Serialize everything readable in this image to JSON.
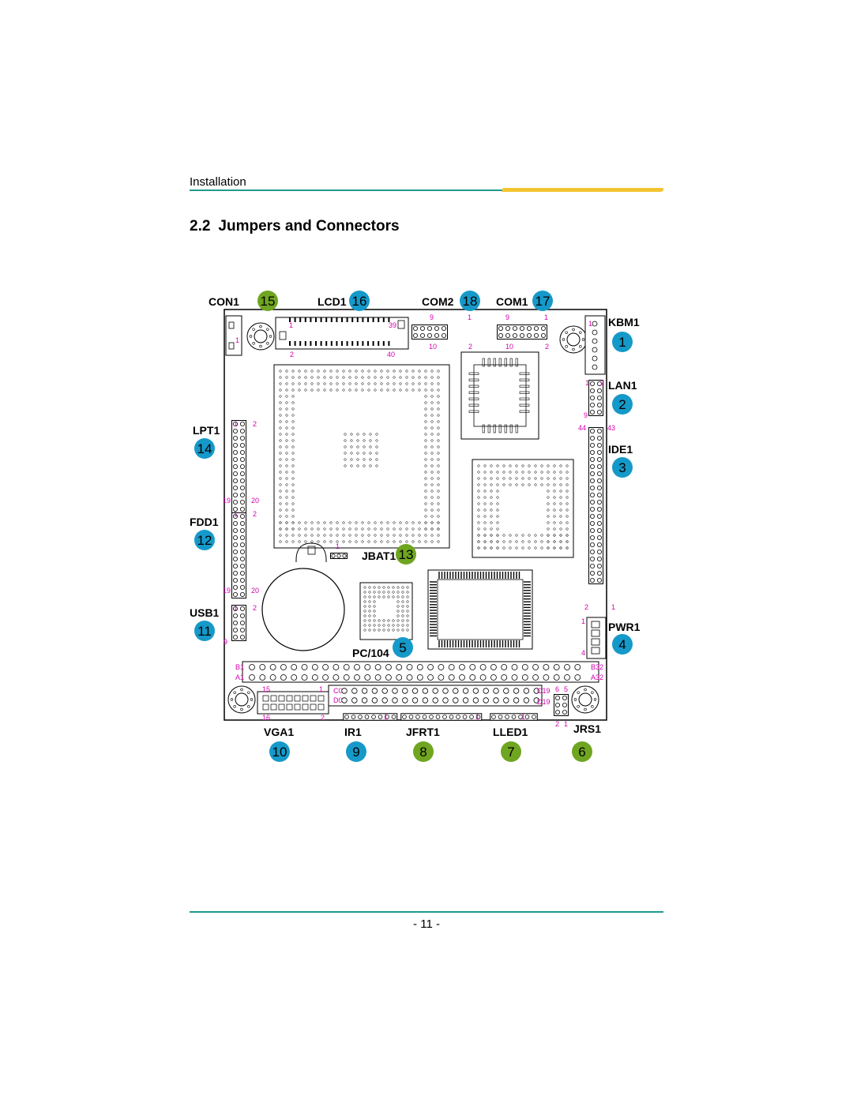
{
  "header": {
    "section": "Installation"
  },
  "title": {
    "number": "2.2",
    "text": "Jumpers and Connectors"
  },
  "page_number": "- 11 -",
  "colors": {
    "rule": "#1f9a8e",
    "accent": "#f4c430",
    "blue_marker": "#1599c9",
    "green_marker": "#6fa520",
    "pin_text": "#d600b0"
  },
  "connectors": [
    {
      "label": "CON1",
      "num": "15",
      "color": "green"
    },
    {
      "label": "LCD1",
      "num": "16",
      "color": "blue"
    },
    {
      "label": "COM2",
      "num": "18",
      "color": "blue"
    },
    {
      "label": "COM1",
      "num": "17",
      "color": "blue"
    },
    {
      "label": "KBM1",
      "num": "1",
      "color": "blue"
    },
    {
      "label": "LAN1",
      "num": "2",
      "color": "blue"
    },
    {
      "label": "IDE1",
      "num": "3",
      "color": "blue"
    },
    {
      "label": "PWR1",
      "num": "4",
      "color": "blue"
    },
    {
      "label": "PC/104",
      "num": "5",
      "color": "blue"
    },
    {
      "label": "JRS1",
      "num": "6",
      "color": "green"
    },
    {
      "label": "LLED1",
      "num": "7",
      "color": "green"
    },
    {
      "label": "JFRT1",
      "num": "8",
      "color": "green"
    },
    {
      "label": "IR1",
      "num": "9",
      "color": "blue"
    },
    {
      "label": "VGA1",
      "num": "10",
      "color": "blue"
    },
    {
      "label": "USB1",
      "num": "11",
      "color": "blue"
    },
    {
      "label": "FDD1",
      "num": "12",
      "color": "blue"
    },
    {
      "label": "JBAT1",
      "num": "13",
      "color": "green"
    },
    {
      "label": "LPT1",
      "num": "14",
      "color": "blue"
    }
  ],
  "pin_labels": {
    "lcd": [
      "1",
      "39",
      "2",
      "40"
    ],
    "com2": [
      "9",
      "1",
      "10",
      "2"
    ],
    "com1": [
      "9",
      "1",
      "10",
      "2"
    ],
    "kbm": [
      "1"
    ],
    "con1": [
      "1"
    ],
    "lan": [
      "1",
      "2",
      "9"
    ],
    "ide": [
      "44",
      "43"
    ],
    "lpt": [
      "1",
      "2",
      "19",
      "20"
    ],
    "fdd": [
      "1",
      "2",
      "19",
      "20"
    ],
    "usb": [
      "1",
      "2",
      "9"
    ],
    "jbat": [
      "1"
    ],
    "pwr": [
      "2",
      "1",
      "1",
      "4"
    ],
    "pc104": [
      "B1",
      "A1",
      "B32",
      "A32",
      "C0",
      "D0",
      "C19",
      "D19"
    ],
    "vga": [
      "15",
      "1",
      "16",
      "2"
    ],
    "jrs": [
      "6",
      "5",
      "2",
      "1"
    ],
    "bottom": [
      "1",
      "1",
      "1"
    ]
  }
}
